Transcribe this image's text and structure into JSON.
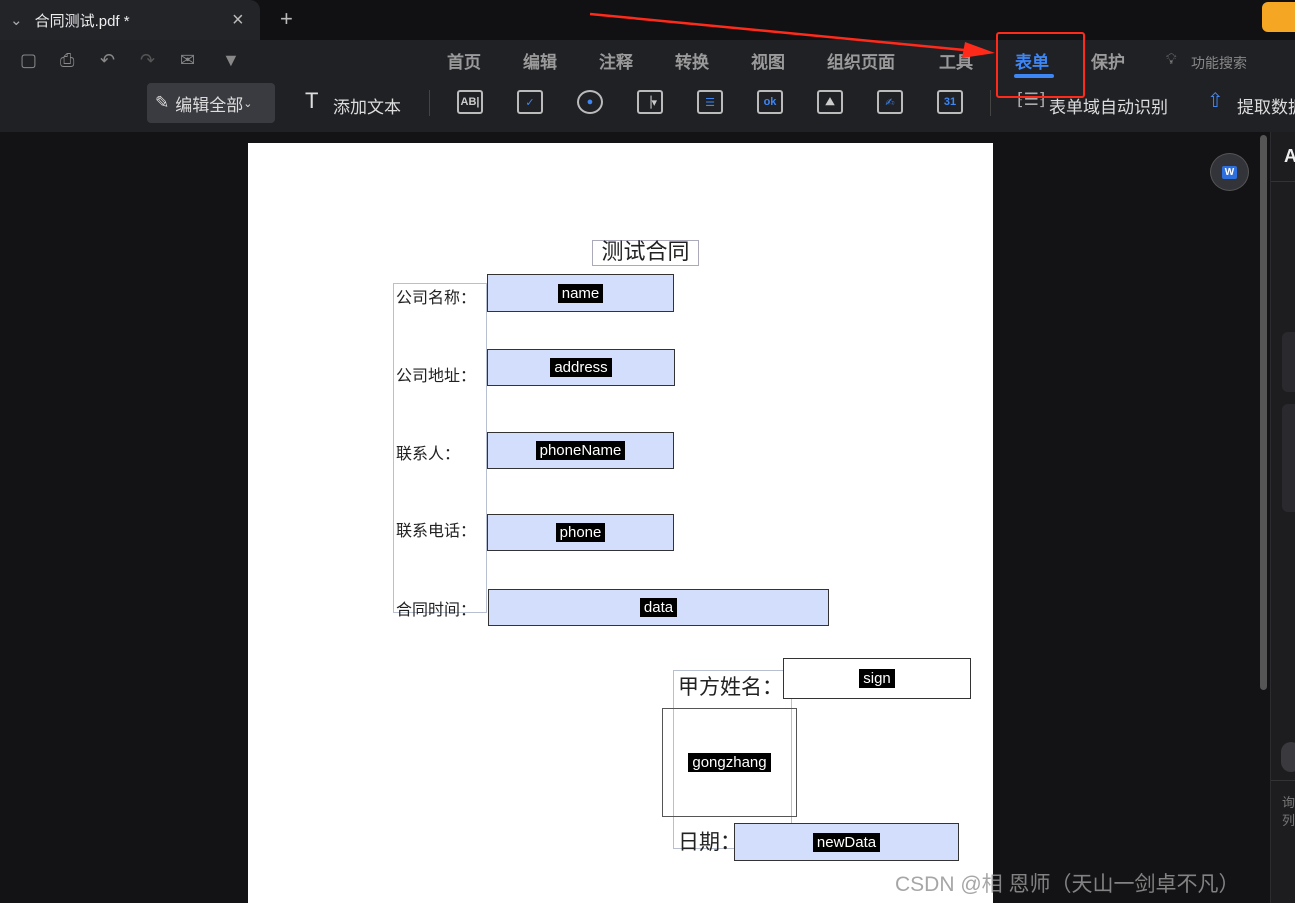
{
  "tab": {
    "title": "合同测试.pdf *",
    "close": "×",
    "new": "+"
  },
  "nav": [
    "首页",
    "编辑",
    "注释",
    "转换",
    "视图",
    "组织页面",
    "工具",
    "表单",
    "保护"
  ],
  "search": "功能搜索",
  "tools": {
    "edit_all": "编辑全部",
    "add_text": "添加文本",
    "icons": [
      "AB|",
      "✓",
      "●",
      "▕▾",
      "☰",
      "ok",
      "⛰",
      "✍",
      "31"
    ],
    "auto_detect": "表单域自动识别",
    "extract": "提取数据"
  },
  "doc": {
    "title": "测试合同",
    "labels": [
      "公司名称：",
      "公司地址：",
      "联系人：",
      "联系电话：",
      "合同时间："
    ],
    "fields": [
      "name",
      "address",
      "phoneName",
      "phone",
      "data"
    ],
    "sign_label": "甲方姓名：",
    "sign_field": "sign",
    "stamp_field": "gongzhang",
    "date_label": "日期：",
    "date_field": "newData"
  },
  "panel": {
    "letter": "A",
    "text1": "询",
    "text2": "列"
  },
  "watermark": "CSDN @相 恩师（天山一剑卓不凡）",
  "colors": {
    "accent": "#3d86f5",
    "field": "#d2defc",
    "annotation": "#ff2a1a"
  }
}
